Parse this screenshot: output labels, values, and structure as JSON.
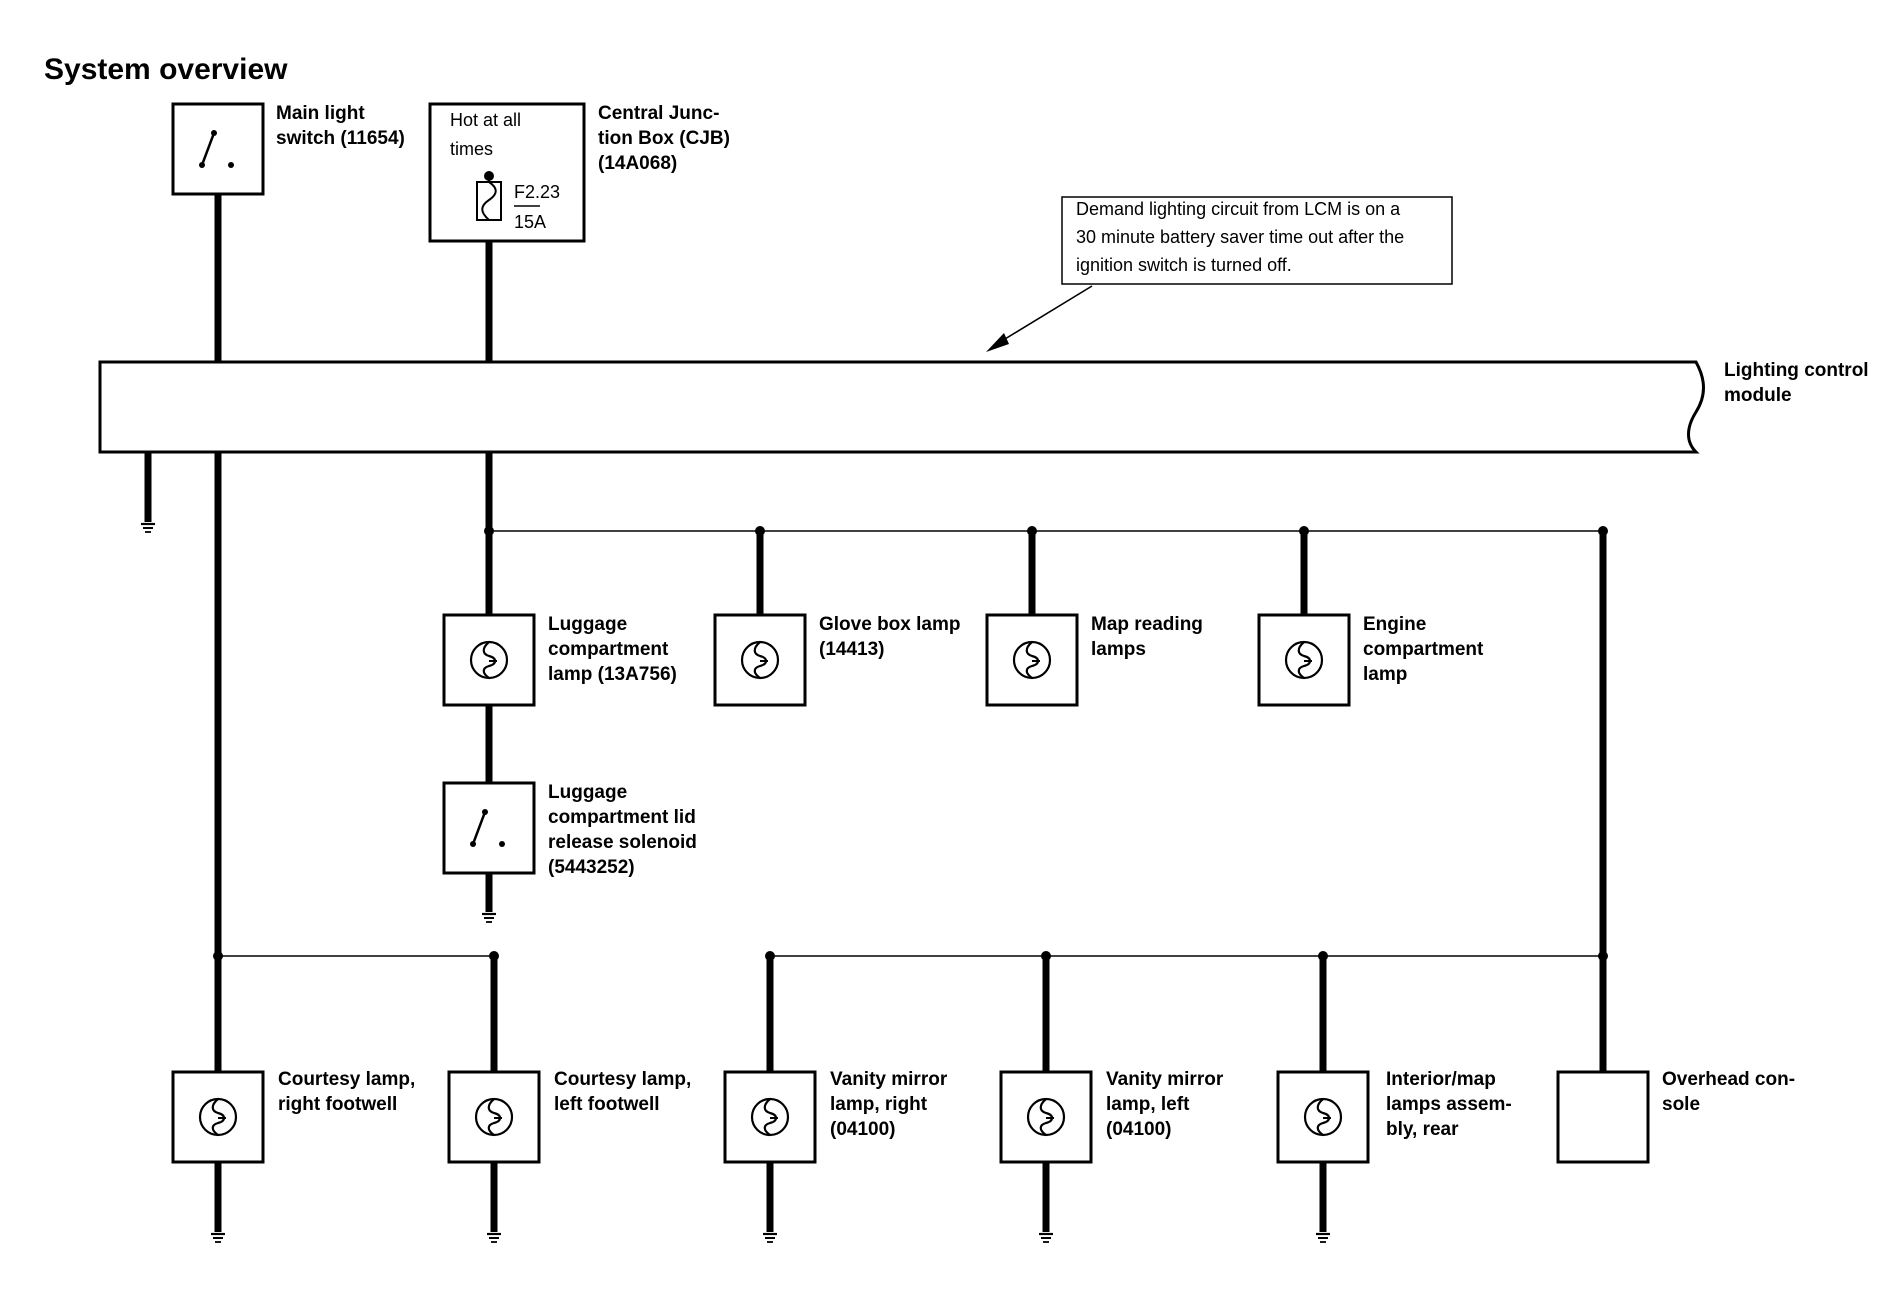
{
  "title": "System overview",
  "components": {
    "main_light_switch": {
      "lines": [
        "Main light",
        "switch (11654)"
      ]
    },
    "cjb": {
      "lines": [
        "Central Junc-",
        "tion Box (CJB)",
        "(14A068)"
      ],
      "hot_lines": [
        "Hot at all",
        "times"
      ],
      "fuse_id": "F2.23",
      "fuse_rating": "15A"
    },
    "lcm": {
      "lines": [
        "Lighting control",
        "module"
      ]
    },
    "luggage_lamp": {
      "lines": [
        "Luggage",
        "compartment",
        "lamp (13A756)"
      ]
    },
    "glove_box_lamp": {
      "lines": [
        "Glove box lamp",
        "(14413)"
      ]
    },
    "map_reading_lamps": {
      "lines": [
        "Map reading",
        "lamps"
      ]
    },
    "engine_lamp": {
      "lines": [
        "Engine",
        "compartment",
        "lamp"
      ]
    },
    "luggage_solenoid": {
      "lines": [
        "Luggage",
        "compartment lid",
        "release solenoid",
        "(5443252)"
      ]
    },
    "courtesy_right": {
      "lines": [
        "Courtesy lamp,",
        "right footwell"
      ]
    },
    "courtesy_left": {
      "lines": [
        "Courtesy lamp,",
        "left footwell"
      ]
    },
    "vanity_right": {
      "lines": [
        "Vanity mirror",
        "lamp, right",
        "(04100)"
      ]
    },
    "vanity_left": {
      "lines": [
        "Vanity mirror",
        "lamp, left",
        "(04100)"
      ]
    },
    "interior_map_rear": {
      "lines": [
        "Interior/map",
        "lamps assem-",
        "bly, rear"
      ]
    },
    "overhead_console": {
      "lines": [
        "Overhead con-",
        "sole"
      ]
    }
  },
  "note": {
    "lines": [
      "Demand lighting circuit from LCM is on a",
      "30 minute battery saver time out after the",
      "ignition switch is turned off."
    ]
  }
}
